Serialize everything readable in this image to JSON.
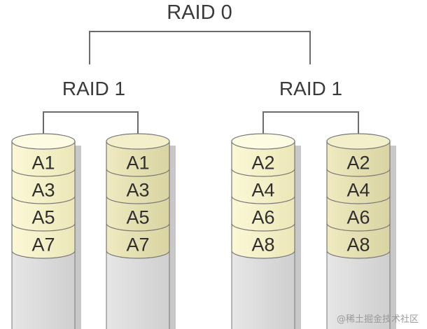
{
  "diagram": {
    "root": {
      "label": "RAID 0"
    },
    "groups": [
      {
        "label": "RAID 1",
        "disks": [
          {
            "blocks": [
              "A1",
              "A3",
              "A5",
              "A7"
            ]
          },
          {
            "blocks": [
              "A1",
              "A3",
              "A5",
              "A7"
            ]
          }
        ]
      },
      {
        "label": "RAID 1",
        "disks": [
          {
            "blocks": [
              "A2",
              "A4",
              "A6",
              "A8"
            ]
          },
          {
            "blocks": [
              "A2",
              "A4",
              "A6",
              "A8"
            ]
          }
        ]
      }
    ],
    "colors": {
      "line": "#6b6b6b",
      "disk_fill_light": "#f6f2c2",
      "disk_fill_dark": "#e7e2b2",
      "disk_body": "#dcdcdc",
      "shadow": "#c8c8c8"
    }
  },
  "watermark": {
    "text": "@稀土掘金技术社区"
  }
}
